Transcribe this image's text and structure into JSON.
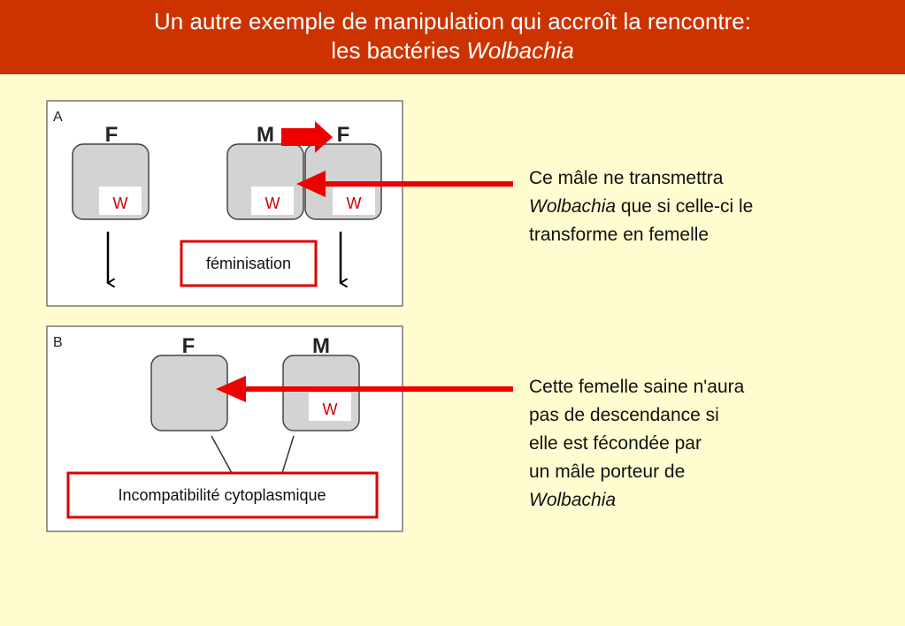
{
  "header": {
    "title_line1": "Un autre exemple de manipulation qui accroît la rencontre:",
    "title_line2_prefix": "les bactéries ",
    "title_line2_italic": "Wolbachia"
  },
  "panel_a": {
    "label": "A",
    "female": "F",
    "male": "M",
    "female_right": "F",
    "w_label": "W",
    "box_label": "féminisation"
  },
  "panel_b": {
    "label": "B",
    "female": "F",
    "male": "M",
    "w_label": "W",
    "box_label": "Incompatibilité cytoplasmique"
  },
  "note_a": {
    "line1": "Ce mâle ne transmettra",
    "line2_italic": "Wolbachia",
    "line2_rest": " que si celle-ci le",
    "line3": "transforme en femelle"
  },
  "note_b": {
    "line1": "Cette femelle saine n'aura",
    "line2": "pas de descendance si",
    "line3": "elle est fécondée par",
    "line4": "un mâle porteur de",
    "line5_italic": "Wolbachia"
  },
  "colors": {
    "header_bg": "#cc3300",
    "background": "#fffdd0",
    "arrow_red": "#ee0000",
    "cell_gray": "#d3d3d3"
  }
}
